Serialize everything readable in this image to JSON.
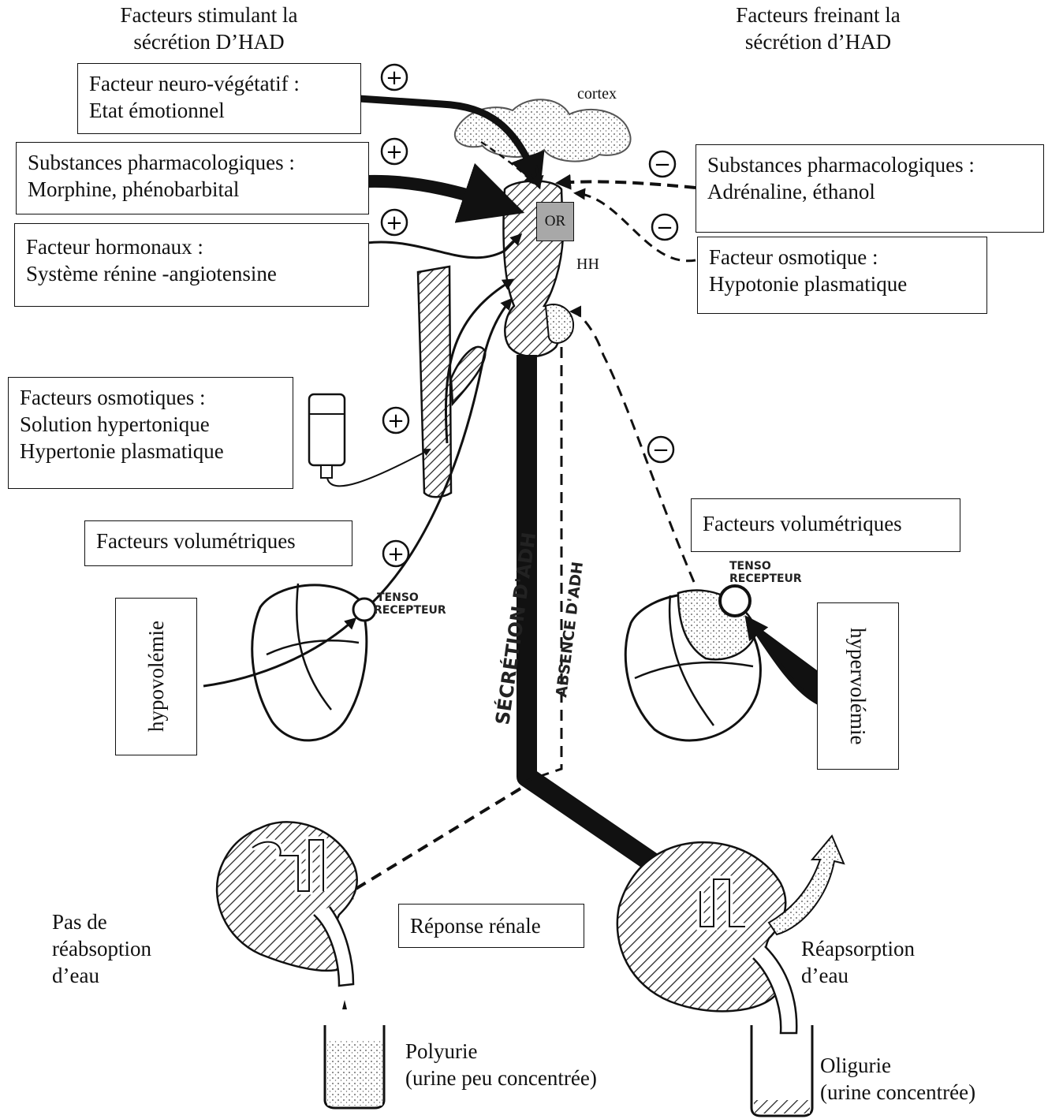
{
  "headers": {
    "stimulating": [
      "Facteurs stimulant la",
      "sécrétion D’HAD"
    ],
    "inhibiting": [
      "Facteurs freinant la",
      "sécrétion  d’HAD"
    ]
  },
  "stimulating_factors": [
    {
      "lines": [
        "Facteur neuro-végétatif :",
        "Etat émotionnel"
      ]
    },
    {
      "lines": [
        "Substances pharmacologiques :",
        "Morphine, phénobarbital"
      ]
    },
    {
      "lines": [
        "Facteur hormonaux :",
        "Système rénine -angiotensine"
      ]
    },
    {
      "lines": [
        "Facteurs osmotiques :",
        "Solution hypertonique",
        "Hypertonie plasmatique"
      ]
    },
    {
      "lines": [
        "Facteurs volumétriques"
      ]
    }
  ],
  "inhibiting_factors": [
    {
      "lines": [
        "Substances pharmacologiques :",
        "Adrénaline, éthanol"
      ]
    },
    {
      "lines": [
        "Facteur osmotique :",
        "Hypotonie plasmatique"
      ]
    },
    {
      "lines": [
        "Facteurs volumétriques"
      ]
    }
  ],
  "labels": {
    "cortex": "cortex",
    "or": "OR",
    "hh": "HH",
    "hypovolemia": "hypovolémie",
    "hypervolemia": "hypervolémie",
    "tenso_left": [
      "TENSO",
      "RECEPTEUR"
    ],
    "tenso_right": [
      "TENSO",
      "RECEPTEUR"
    ],
    "secretion": "SÉCRÉTION  D'ADH",
    "absence": "ABSENCE  D'ADH",
    "renal_response": "Réponse rénale",
    "no_reabsorption": [
      "Pas de",
      "réabsoption",
      "d’eau"
    ],
    "reabsorption": [
      "Réapsorption",
      "d’eau"
    ],
    "polyuria": [
      "Polyurie",
      "(urine peu concentrée)"
    ],
    "oliguria": [
      "Oligurie",
      "(urine concentrée)"
    ]
  },
  "signs": {
    "plus": "+",
    "minus": "−"
  }
}
